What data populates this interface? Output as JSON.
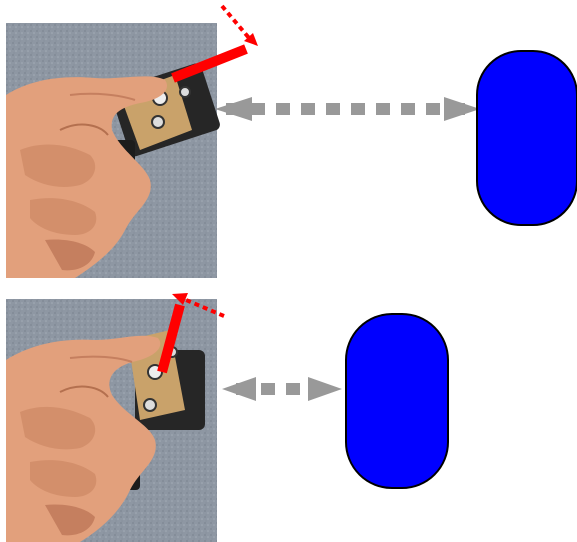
{
  "colors": {
    "background": "#ffffff",
    "wall": "#8e97a3",
    "skin": "#e2a07c",
    "skin_shadow": "#c57f5f",
    "servo_body": "#2a2a2a",
    "servo_bracket": "#c9a26a",
    "pointer": "#ff0000",
    "distance_arrow": "#999999",
    "object_fill": "#0000ff",
    "object_stroke": "#000000"
  },
  "panels": [
    {
      "id": "far",
      "photo": "hand-holding-servo-photo",
      "pointer_motion": "clockwise",
      "object": "far-object",
      "distance": "long"
    },
    {
      "id": "near",
      "photo": "hand-holding-servo-photo",
      "pointer_motion": "counter-clockwise",
      "object": "near-object",
      "distance": "short"
    }
  ]
}
